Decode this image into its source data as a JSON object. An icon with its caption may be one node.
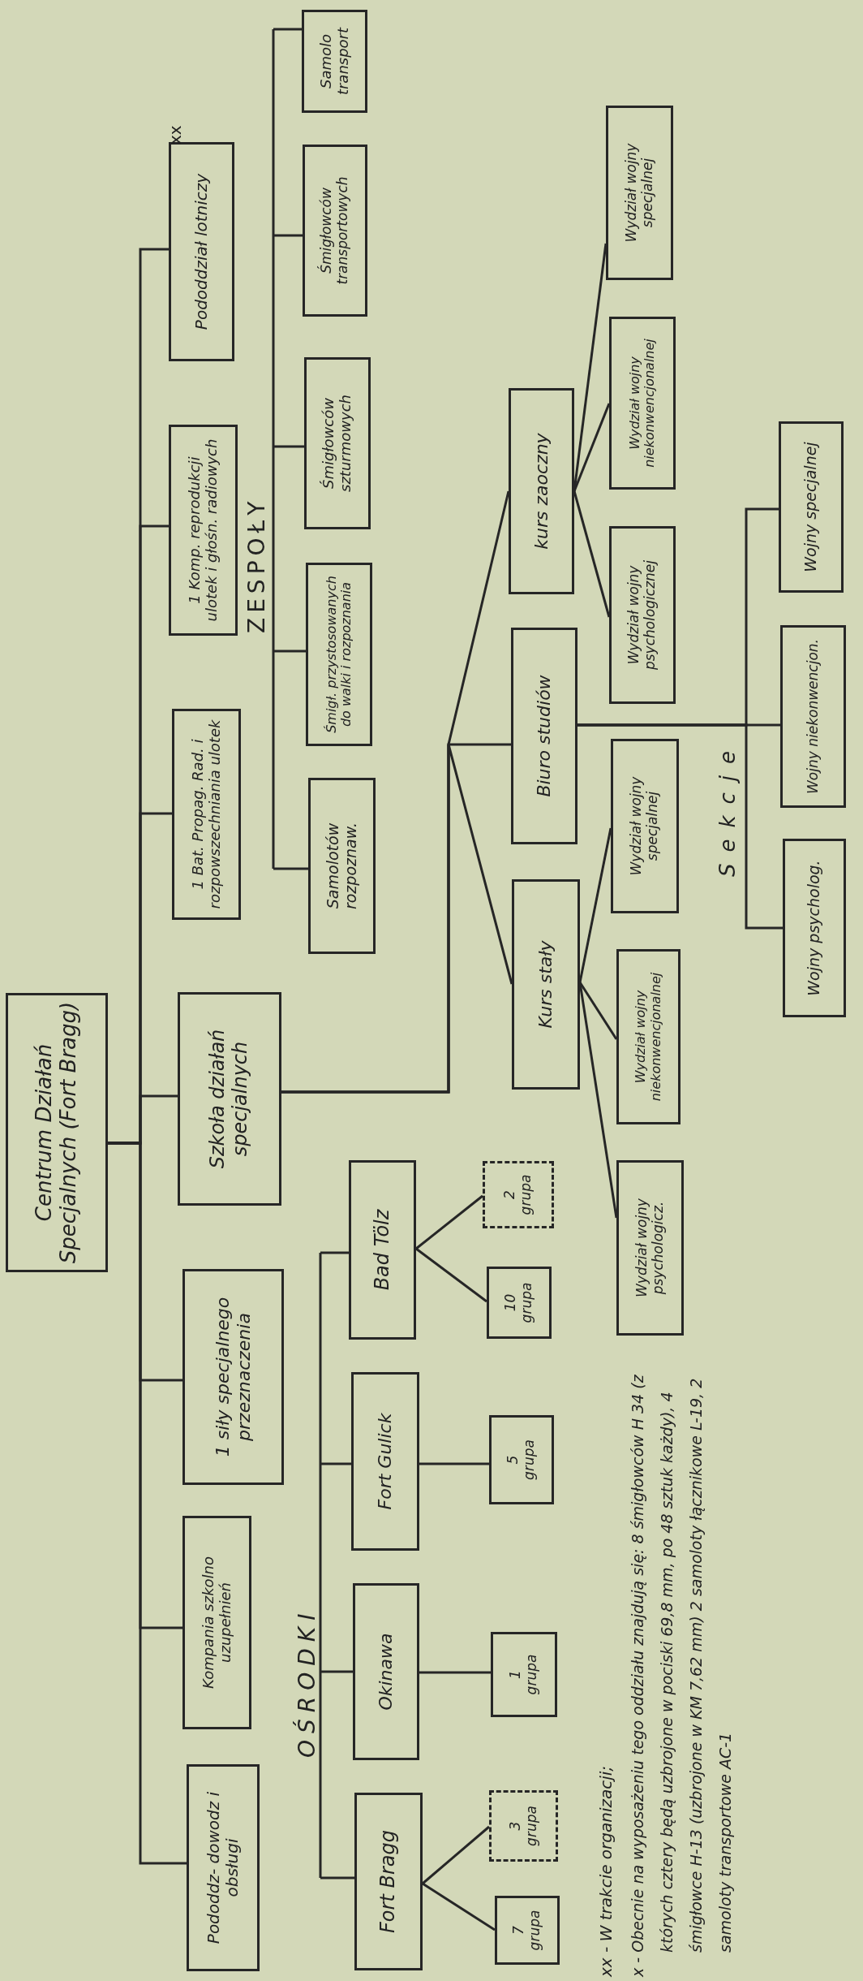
{
  "diagram": {
    "nodes": [
      {
        "text": [
          "Centrum Działań Specjalnych (Fort Bragg)"
        ]
      },
      {
        "text": [
          "Pododdział lotniczy"
        ],
        "beside": [
          "xx"
        ]
      },
      {
        "text": [
          "1 Komp. reprodukcji ulotek i głośn. radiowych"
        ]
      },
      {
        "text": [
          "1 Bat. Propag. Rad. i rozpowszechniania ulotek"
        ]
      },
      {
        "text": [
          "Szkoła działań specjalnych"
        ]
      },
      {
        "text": [
          "1 siły specjalnego przeznaczenia"
        ]
      },
      {
        "text": [
          "Kompania szkolno uzupełnień"
        ]
      },
      {
        "text": [
          "Pododdz- dowodz i obsługi"
        ]
      },
      {
        "text": [
          "Samolotów rozpoznaw."
        ]
      },
      {
        "text": [
          "Śmigł. przystosowanych do walki i rozpoznania"
        ]
      },
      {
        "text": [
          "Śmigłowców szturmowych"
        ]
      },
      {
        "text": [
          "Śmigłowców transportowych"
        ]
      },
      {
        "text": [
          "Samolo transport"
        ]
      },
      {
        "text": [
          "Kurs stały"
        ]
      },
      {
        "text": [
          "Biuro studiów"
        ]
      },
      {
        "text": [
          "kurs zaoczny"
        ]
      },
      {
        "text": [
          "Wydział wojny psychologicz."
        ]
      },
      {
        "text": [
          "Wydział wojny niekonwencjonalnej"
        ]
      },
      {
        "text": [
          "Wydział wojny specjalnej"
        ]
      },
      {
        "text": [
          "Wydział wojny psychologicznej"
        ]
      },
      {
        "text": [
          "Wydział wojny niekonwencjonalnej"
        ]
      },
      {
        "text": [
          "Wydział wojny specjalnej"
        ]
      },
      {
        "text": [
          "Wojny psycholog."
        ]
      },
      {
        "text": [
          "Wojny niekonwencjon."
        ]
      },
      {
        "text": [
          "Wojny specjalnej"
        ]
      },
      {
        "text": [
          "Fort Bragg"
        ]
      },
      {
        "text": [
          "Okinawa"
        ]
      },
      {
        "text": [
          "Fort Gulick"
        ]
      },
      {
        "text": [
          "Bad Tölz"
        ]
      },
      {
        "text": [
          "7 grupa"
        ]
      },
      {
        "text": [
          "3 grupa"
        ]
      },
      {
        "text": [
          "1 grupa"
        ]
      },
      {
        "text": [
          "5 grupa"
        ]
      },
      {
        "text": [
          "10 grupa"
        ]
      },
      {
        "text": [
          "2 grupa"
        ]
      }
    ],
    "edges": [
      {
        "from": 0,
        "to": 1,
        "arrow": "none"
      },
      {
        "from": 0,
        "to": 2,
        "arrow": "none"
      },
      {
        "from": 0,
        "to": 3,
        "arrow": "none"
      },
      {
        "from": 0,
        "to": 4,
        "arrow": "none"
      },
      {
        "from": 0,
        "to": 5,
        "arrow": "none"
      },
      {
        "from": 0,
        "to": 6,
        "arrow": "none"
      },
      {
        "from": 0,
        "to": 7,
        "arrow": "none"
      },
      {
        "from": 4,
        "to": 13,
        "arrow": "none"
      },
      {
        "from": 4,
        "to": 14,
        "arrow": "none"
      },
      {
        "from": 4,
        "to": 15,
        "arrow": "none"
      },
      {
        "from": 13,
        "to": 16,
        "arrow": "none"
      },
      {
        "from": 13,
        "to": 17,
        "arrow": "none"
      },
      {
        "from": 13,
        "to": 18,
        "arrow": "none"
      },
      {
        "from": 14,
        "to": 22,
        "arrow": "none"
      },
      {
        "from": 14,
        "to": 23,
        "arrow": "none"
      },
      {
        "from": 14,
        "to": 24,
        "arrow": "none"
      },
      {
        "from": 15,
        "to": 19,
        "arrow": "none"
      },
      {
        "from": 15,
        "to": 20,
        "arrow": "none"
      },
      {
        "from": 15,
        "to": 21,
        "arrow": "none"
      },
      {
        "from": 25,
        "to": 29,
        "arrow": "none"
      },
      {
        "from": 25,
        "to": 30,
        "arrow": "none"
      },
      {
        "from": 26,
        "to": 31,
        "arrow": "none"
      },
      {
        "from": 27,
        "to": 32,
        "arrow": "none"
      },
      {
        "from": 28,
        "to": 33,
        "arrow": "none"
      },
      {
        "from": 28,
        "to": 34,
        "arrow": "none"
      }
    ],
    "labels": [
      "ZESPOŁY",
      "OŚRODKI",
      "Sekcje",
      "xx - W trakcie organizacji;",
      "x - Obecnie na wyposażeniu tego oddziału znajdują się: 8 śmigłowców H 34 (z których cztery będą uzbrojone w pociski 69,8 mm, po 48 sztuk każdy), 4 śmigłowce H-13 (uzbrojone w KM 7,62 mm) 2 samoloty łącznikowe L-19, 2 samoloty transportowe AC-1"
    ]
  }
}
